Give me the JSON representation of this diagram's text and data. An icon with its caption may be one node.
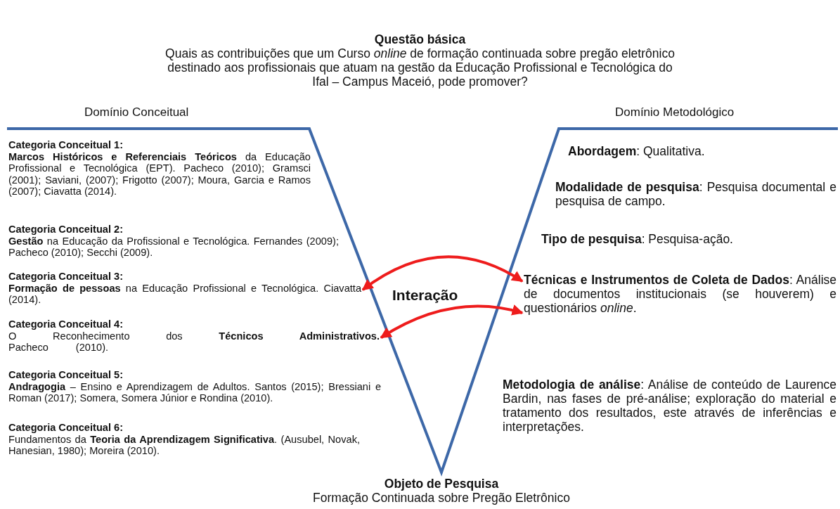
{
  "diagram": {
    "nodes": [
      {
        "text": [
          "Questão básica",
          "Quais as contribuições que um Curso *online* de formação continuada sobre pregão eletrônico destinado aos profissionais que atuam na gestão da Educação Profissional e Tecnológica do Ifal – Campus Maceió, pode promover?"
        ]
      },
      {
        "text": [
          "Categoria Conceitual 1:",
          "**Marcos Históricos e Referenciais Teóricos** da Educação Profissional e Tecnológica (EPT). Pacheco (2010); Gramsci (2001); Saviani, (2007); Frigotto (2007); Moura, Garcia e Ramos (2007); Ciavatta (2014)."
        ]
      },
      {
        "text": [
          "Categoria Conceitual 2:",
          "**Gestão** na Educação da Profissional e Tecnológica. Fernandes (2009); Pacheco (2010); Secchi (2009)."
        ]
      },
      {
        "text": [
          "Categoria Conceitual 3:",
          "**Formação de pessoas** na Educação Profissional e Tecnológica. Ciavatta (2014)."
        ]
      },
      {
        "text": [
          "Categoria Conceitual 4:",
          "O Reconhecimento dos **Técnicos Administrativos.** Pacheco (2010)."
        ]
      },
      {
        "text": [
          "Categoria Conceitual 5:",
          "**Andragogia** – Ensino e Aprendizagem de Adultos. Santos (2015); Bressiani e Roman (2017); Somera, Somera Júnior e Rondina (2010)."
        ]
      },
      {
        "text": [
          "Categoria Conceitual 6:",
          "Fundamentos da **Teoria da Aprendizagem Significativa**. (Ausubel, Novak, Hanesian, 1980); Moreira (2010)."
        ]
      },
      {
        "text": [
          "**Abordagem**: Qualitativa."
        ]
      },
      {
        "text": [
          "**Modalidade de pesquisa**: Pesquisa documental e pesquisa de campo."
        ]
      },
      {
        "text": [
          "**Tipo de pesquisa**: Pesquisa-ação."
        ]
      },
      {
        "text": [
          "**Técnicas e Instrumentos de Coleta de Dados**: Análise de documentos institucionais (se houverem) e questionários *online*."
        ]
      },
      {
        "text": [
          "**Metodologia de análise**: Análise de conteúdo de Laurence Bardin, nas fases de pré-análise; exploração do material e tratamento dos resultados, este através de inferências e interpretações."
        ]
      },
      {
        "text": [
          "Objeto de Pesquisa",
          "Formação Continuada sobre Pregão Eletrônico"
        ]
      }
    ],
    "edges": [
      {
        "from": 3,
        "to": 10,
        "arrow": "both",
        "color": "#ee1c1c"
      },
      {
        "from": 4,
        "to": 10,
        "arrow": "both",
        "color": "#ee1c1c"
      }
    ],
    "labels": [
      "Domínio Conceitual",
      "Domínio Metodológico",
      "Interação"
    ]
  }
}
